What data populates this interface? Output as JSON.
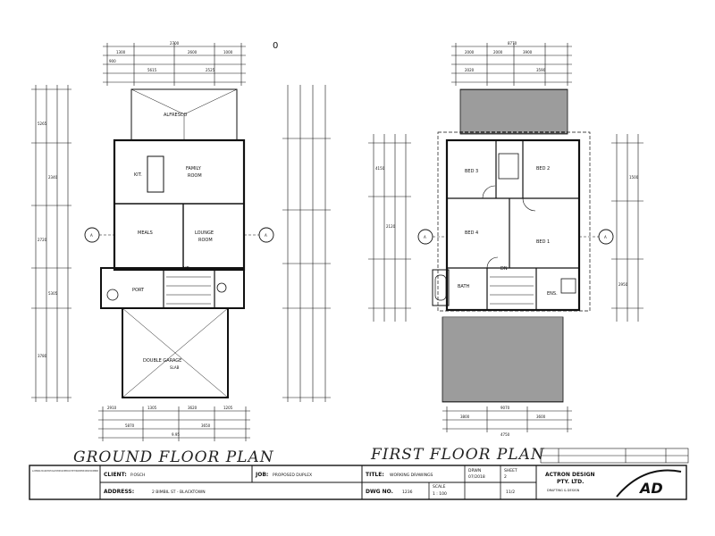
{
  "sheet": {
    "top_mark": "0",
    "ground_title": "GROUND FLOOR PLAN",
    "first_title": "FIRST FLOOR PLAN"
  },
  "ground_rooms": {
    "alfresco": "ALFRESCO",
    "kit": "KIT.",
    "family": "FAMILY",
    "family2": "ROOM",
    "meals": "MEALS",
    "lounge": "LOUNGE",
    "lounge2": "ROOM",
    "porch": "PORT",
    "up": "UP",
    "garage": "DOUBLE GARAGE",
    "garage_sub": "SLAB",
    "section_a": "A"
  },
  "first_rooms": {
    "bed3": "BED 3",
    "bed2": "BED 2",
    "bed4": "BED 4",
    "bed1": "BED 1",
    "bath": "BATH",
    "ens": "ENS.",
    "dn": "DN",
    "section_a": "A"
  },
  "dims": {
    "g_top": [
      "2700",
      "1300",
      "2600",
      "1000",
      "900",
      "5615",
      "2525"
    ],
    "g_bottom": [
      "2910",
      "1305",
      "3620",
      "1205",
      "5870",
      "3650",
      "9.95"
    ],
    "f_top": [
      "8770",
      "2000",
      "2000",
      "3900",
      "2020",
      "3590"
    ],
    "f_bottom": [
      "9070",
      "3800",
      "3600",
      "4750"
    ],
    "side_a": [
      "5265",
      "2340",
      "2720",
      "5305",
      "3780"
    ],
    "side_b": [
      "4150",
      "2120",
      "1500",
      "2950"
    ]
  },
  "titleblock": {
    "note": "ALL DIMENSIONS, LEVELS AND SETOUTS SHALL BE CHECKED AND VERIFIED ON SITE BY THE BUILDER BEFORE CONSTRUCTION COMMENCES",
    "client_label": "CLIENT:",
    "client_value": "P.OSCH",
    "job_label": "JOB:",
    "job_value": "PROPOSED DUPLEX",
    "address_label": "ADDRESS:",
    "address_value": "2 BIMBIL ST - BLACKTOWN",
    "title_label": "TITLE:",
    "title_value": "WORKING DRAWINGS",
    "drwn_label": "DRWN",
    "date_value": "07/2018",
    "sheet_label": "SHEET",
    "sheet_value": "2",
    "dwg_label": "DWG NO.",
    "dwg_value": "1236",
    "scale_label": "SCALE",
    "scale_value": "1 : 100",
    "rev_value": "11/2",
    "company1": "ACTRON DESIGN",
    "company2": "PTY. LTD.",
    "company_sub": "DRAFTING & DESIGN",
    "logo_text": "AD"
  }
}
